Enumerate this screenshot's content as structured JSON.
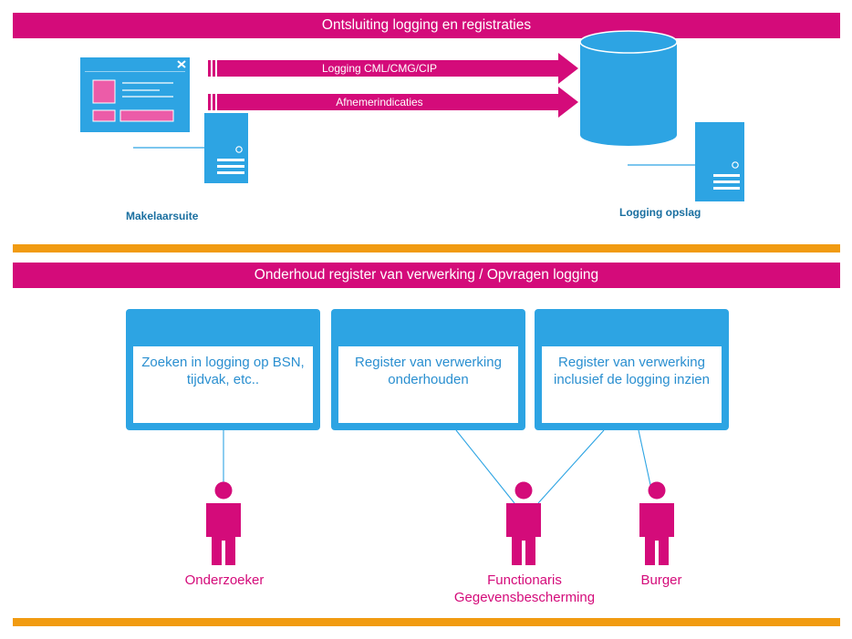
{
  "top_section": {
    "title": "Ontsluiting logging en registraties",
    "arrow_1_label": "Logging CML/CMG/CIP",
    "arrow_2_label": "Afnemerindicaties",
    "source_label": "Makelaarsuite",
    "target_label": "Logging opslag"
  },
  "bottom_section": {
    "title": "Onderhoud register van verwerking / Opvragen logging",
    "cards": [
      {
        "line1": "Zoeken in logging op BSN,",
        "line2": "tijdvak, etc.."
      },
      {
        "line1": "Register van verwerking",
        "line2": "onderhouden"
      },
      {
        "line1": "Register van verwerking",
        "line2": "inclusief de logging inzien"
      }
    ],
    "actors": [
      {
        "line1": "Onderzoeker",
        "line2": ""
      },
      {
        "line1": "Functionaris",
        "line2": "Gegevensbescherming"
      },
      {
        "line1": "Burger",
        "line2": ""
      }
    ]
  },
  "colors": {
    "magenta": "#d40b7a",
    "blue": "#2da4e3",
    "orange": "#f19b11",
    "white": "#ffffff"
  },
  "icons": [
    "window-icon",
    "server-icon",
    "database-icon",
    "person-icon"
  ]
}
